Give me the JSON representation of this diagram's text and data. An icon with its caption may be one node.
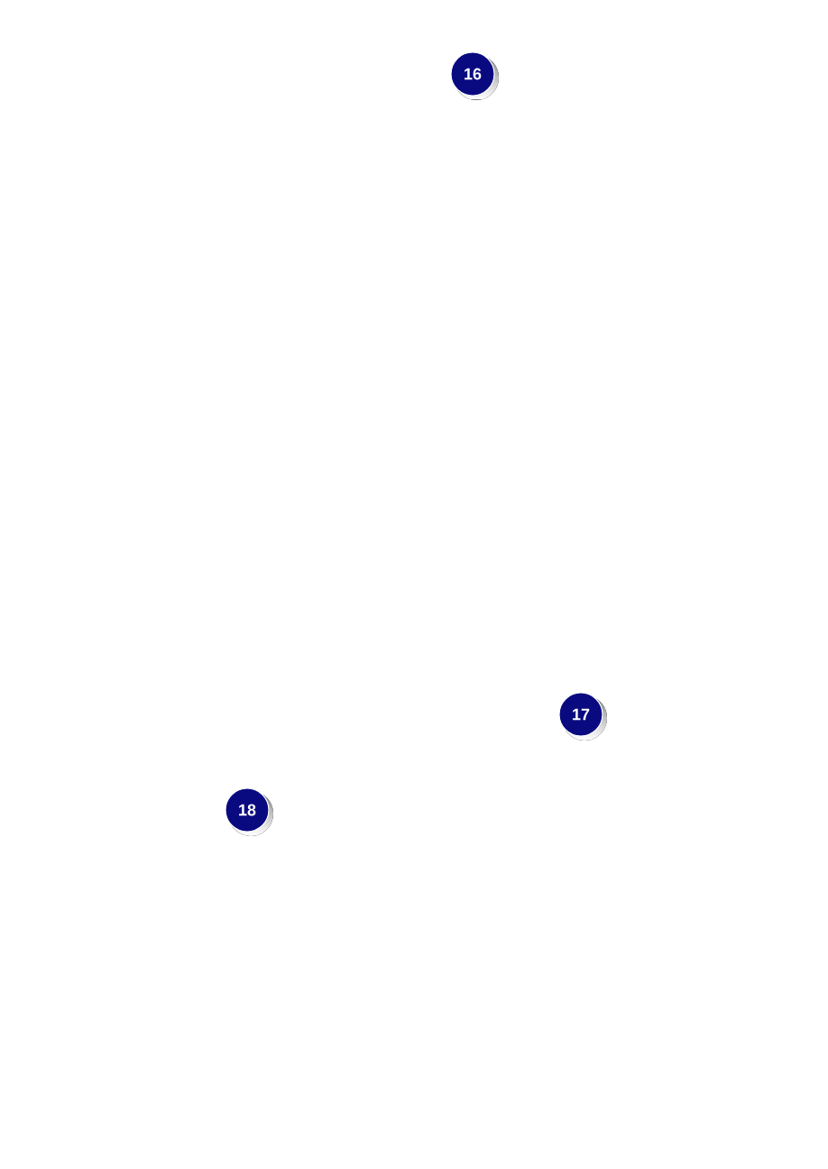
{
  "diagram": {
    "labels": [
      "16",
      "17",
      "18"
    ]
  }
}
